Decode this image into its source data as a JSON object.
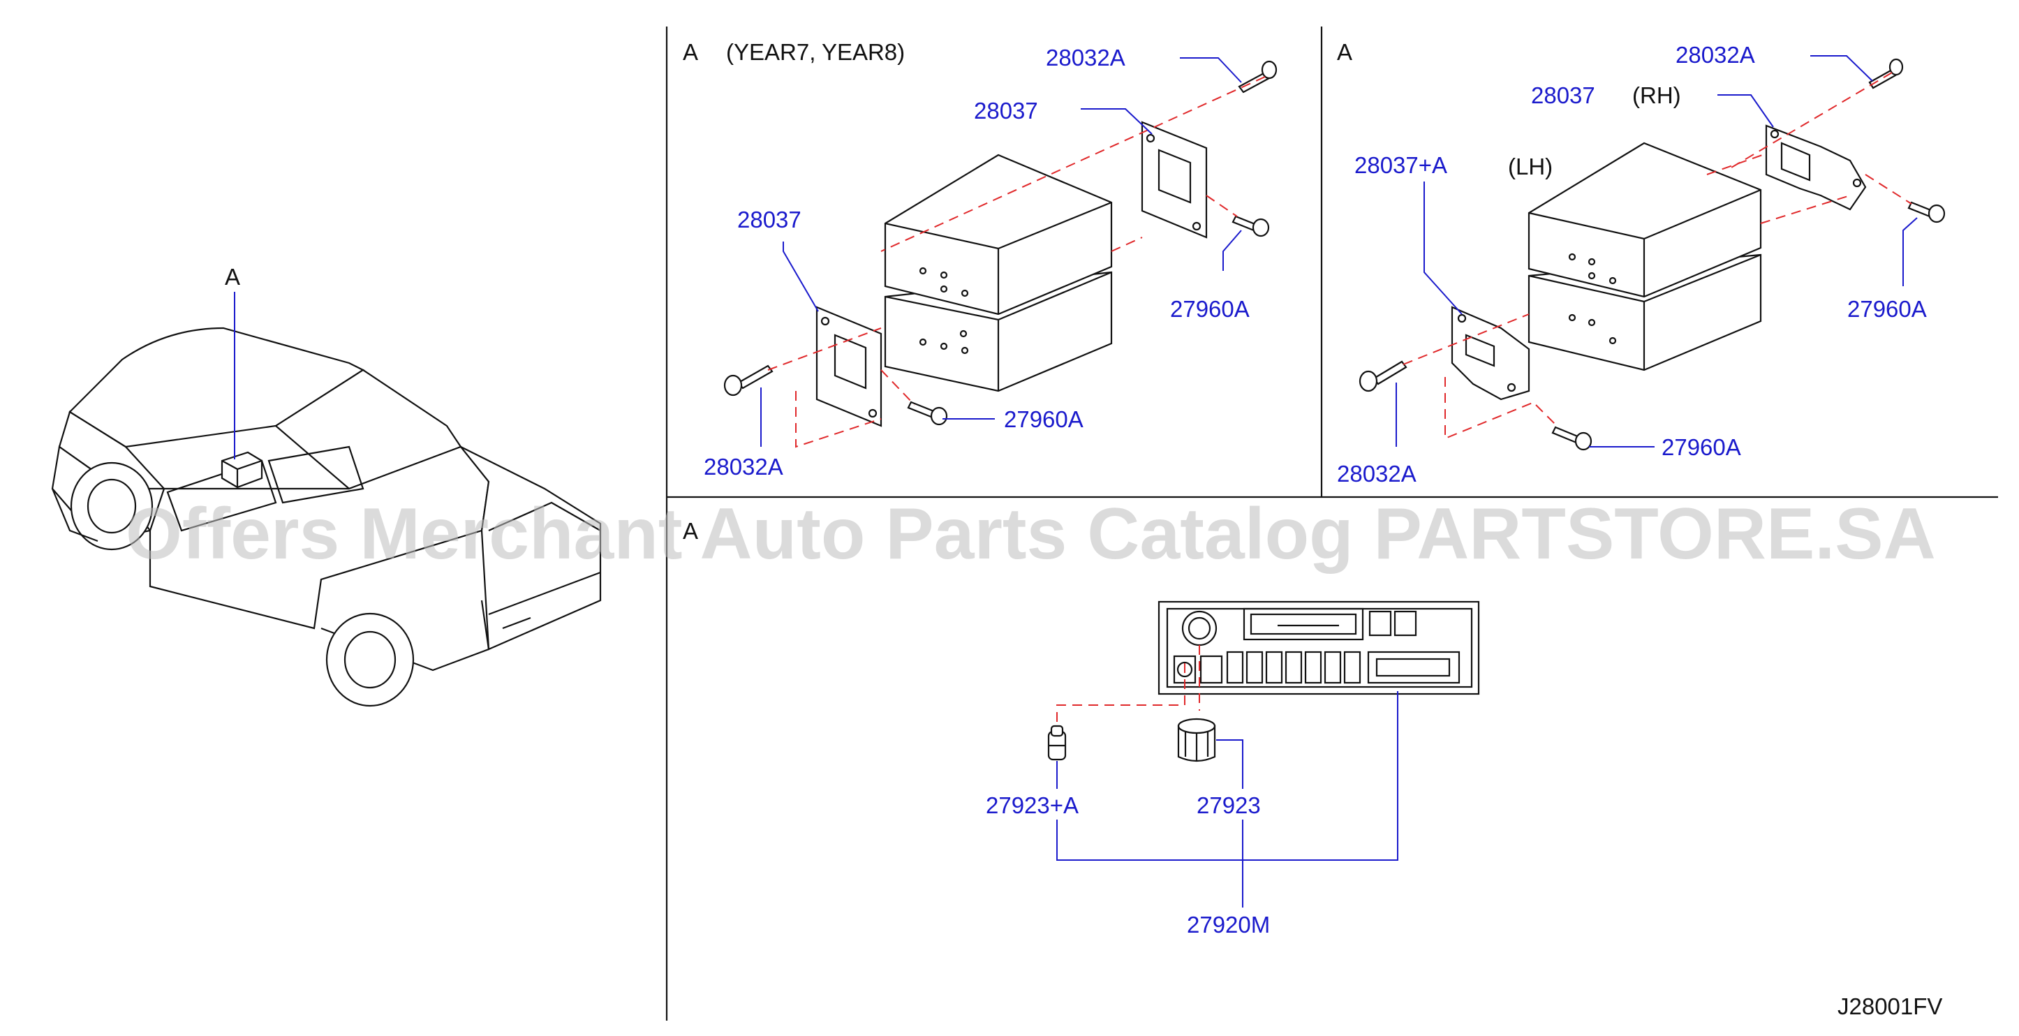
{
  "diagram_code": "J28001FV",
  "watermark": "Offers Merchant Auto Parts Catalog PARTSTORE.SA",
  "truck_view": {
    "callout": "A"
  },
  "panel_top_left": {
    "view_label": "A",
    "variant_label": "(YEAR7,  YEAR8)",
    "parts": {
      "screw_top": "28032A",
      "bracket_right": "28037",
      "bracket_left": "28037",
      "screw_right": "27960A",
      "screw_left": "28032A",
      "screw_bottom": "27960A"
    }
  },
  "panel_top_right": {
    "view_label": "A",
    "rh_label": "(RH)",
    "lh_label": "(LH)",
    "parts": {
      "screw_top": "28032A",
      "bracket_rh": "28037",
      "bracket_lh": "28037+A",
      "screw_right": "27960A",
      "screw_left": "28032A",
      "screw_bottom": "27960A"
    }
  },
  "panel_bottom": {
    "view_label": "A",
    "parts": {
      "knob_small": "27923+A",
      "knob_large": "27923",
      "radio_assembly": "27920M"
    }
  },
  "colors": {
    "part_label": "#1a1acc",
    "dashed_guide": "#e0282a",
    "line": "#111111"
  }
}
